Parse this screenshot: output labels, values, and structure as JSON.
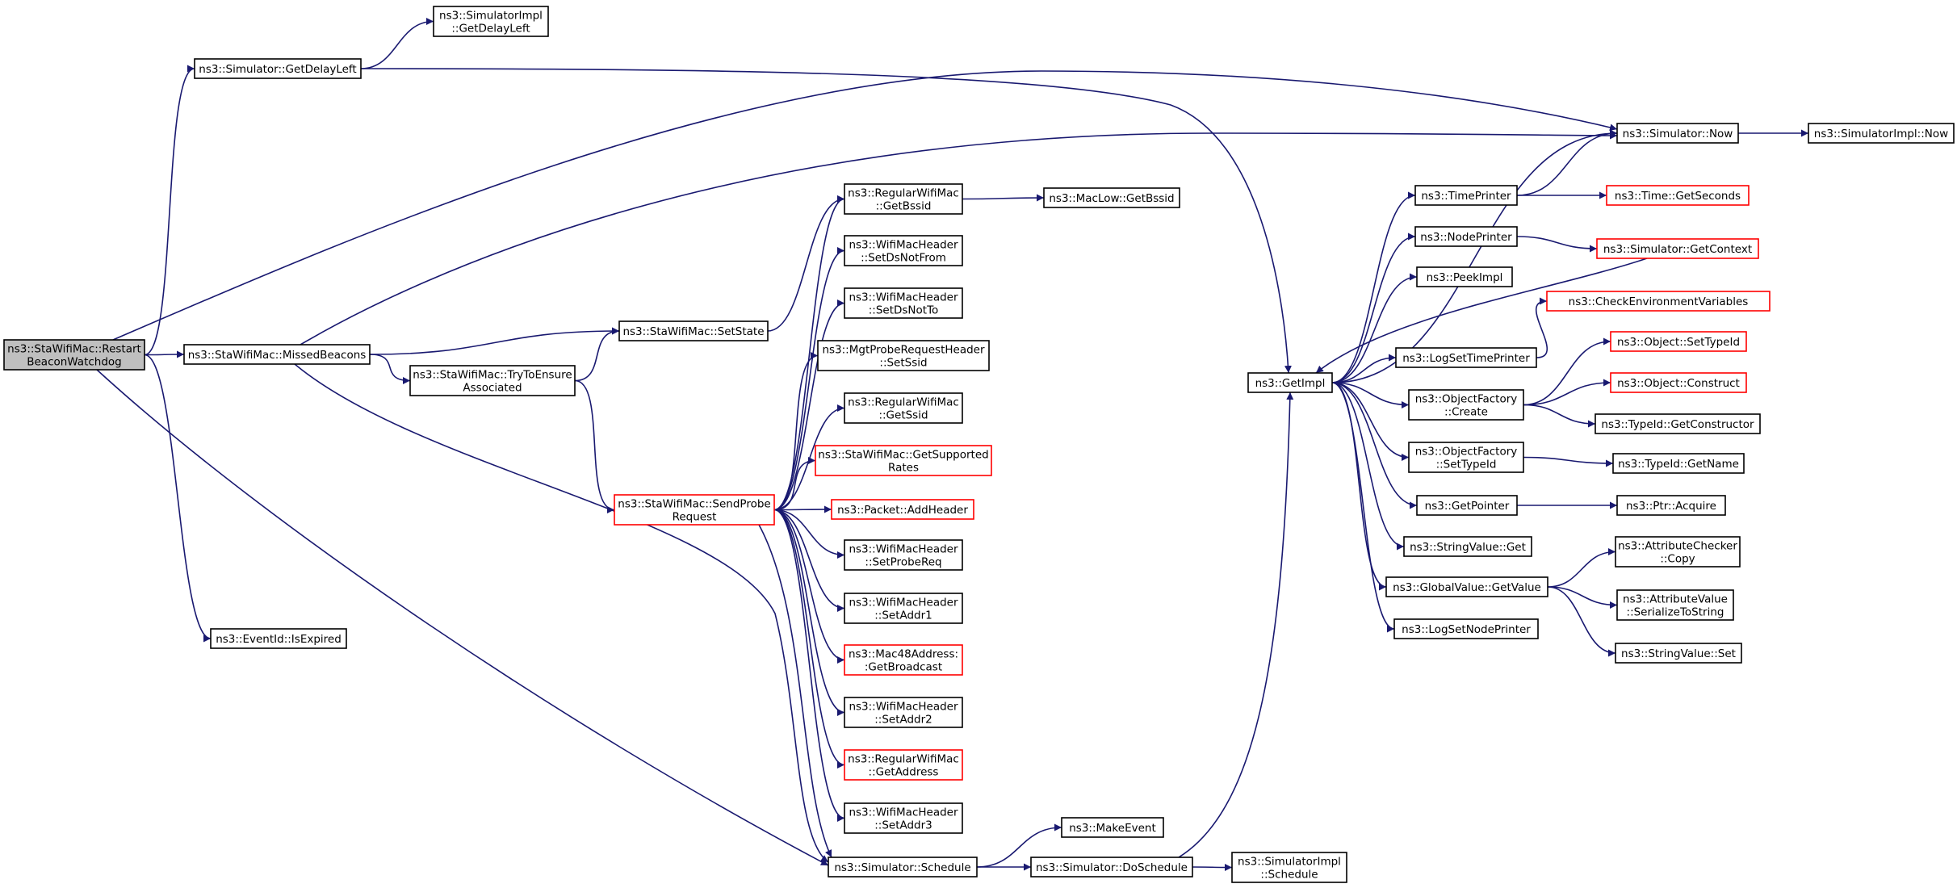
{
  "colors": {
    "edge": "#191970",
    "node_border": "#000000",
    "node_border_incomplete": "#ff0000",
    "root_fill": "#bfbfbf",
    "node_fill": "#ffffff"
  },
  "nodes": [
    {
      "id": "restart_beacon_watchdog",
      "lines": [
        "ns3::StaWifiMac::Restart",
        "BeaconWatchdog"
      ],
      "style": "root"
    },
    {
      "id": "get_delay_left",
      "lines": [
        "ns3::Simulator::GetDelayLeft"
      ],
      "style": "normal"
    },
    {
      "id": "simimpl_get_delay_left",
      "lines": [
        "ns3::SimulatorImpl",
        "::GetDelayLeft"
      ],
      "style": "normal"
    },
    {
      "id": "missed_beacons",
      "lines": [
        "ns3::StaWifiMac::MissedBeacons"
      ],
      "style": "normal"
    },
    {
      "id": "event_is_expired",
      "lines": [
        "ns3::EventId::IsExpired"
      ],
      "style": "normal"
    },
    {
      "id": "try_to_ensure_associated",
      "lines": [
        "ns3::StaWifiMac::TryToEnsure",
        "Associated"
      ],
      "style": "normal"
    },
    {
      "id": "set_state",
      "lines": [
        "ns3::StaWifiMac::SetState"
      ],
      "style": "normal"
    },
    {
      "id": "send_probe_request",
      "lines": [
        "ns3::StaWifiMac::SendProbe",
        "Request"
      ],
      "style": "incomplete"
    },
    {
      "id": "regular_get_bssid",
      "lines": [
        "ns3::RegularWifiMac",
        "::GetBssid"
      ],
      "style": "normal"
    },
    {
      "id": "maclow_get_bssid",
      "lines": [
        "ns3::MacLow::GetBssid"
      ],
      "style": "normal"
    },
    {
      "id": "set_ds_not_from",
      "lines": [
        "ns3::WifiMacHeader",
        "::SetDsNotFrom"
      ],
      "style": "normal"
    },
    {
      "id": "set_ds_not_to",
      "lines": [
        "ns3::WifiMacHeader",
        "::SetDsNotTo"
      ],
      "style": "normal"
    },
    {
      "id": "mgt_set_ssid",
      "lines": [
        "ns3::MgtProbeRequestHeader",
        "::SetSsid"
      ],
      "style": "normal"
    },
    {
      "id": "regular_get_ssid",
      "lines": [
        "ns3::RegularWifiMac",
        "::GetSsid"
      ],
      "style": "normal"
    },
    {
      "id": "get_supported_rates",
      "lines": [
        "ns3::StaWifiMac::GetSupported",
        "Rates"
      ],
      "style": "incomplete"
    },
    {
      "id": "packet_add_header",
      "lines": [
        "ns3::Packet::AddHeader"
      ],
      "style": "incomplete"
    },
    {
      "id": "set_probe_req",
      "lines": [
        "ns3::WifiMacHeader",
        "::SetProbeReq"
      ],
      "style": "normal"
    },
    {
      "id": "set_addr1",
      "lines": [
        "ns3::WifiMacHeader",
        "::SetAddr1"
      ],
      "style": "normal"
    },
    {
      "id": "mac48_get_broadcast",
      "lines": [
        "ns3::Mac48Address:",
        ":GetBroadcast"
      ],
      "style": "incomplete"
    },
    {
      "id": "set_addr2",
      "lines": [
        "ns3::WifiMacHeader",
        "::SetAddr2"
      ],
      "style": "normal"
    },
    {
      "id": "regular_get_address",
      "lines": [
        "ns3::RegularWifiMac",
        "::GetAddress"
      ],
      "style": "incomplete"
    },
    {
      "id": "set_addr3",
      "lines": [
        "ns3::WifiMacHeader",
        "::SetAddr3"
      ],
      "style": "normal"
    },
    {
      "id": "simulator_schedule",
      "lines": [
        "ns3::Simulator::Schedule"
      ],
      "style": "normal"
    },
    {
      "id": "make_event",
      "lines": [
        "ns3::MakeEvent"
      ],
      "style": "normal"
    },
    {
      "id": "do_schedule",
      "lines": [
        "ns3::Simulator::DoSchedule"
      ],
      "style": "normal"
    },
    {
      "id": "simimpl_schedule",
      "lines": [
        "ns3::SimulatorImpl",
        "::Schedule"
      ],
      "style": "normal"
    },
    {
      "id": "get_impl",
      "lines": [
        "ns3::GetImpl"
      ],
      "style": "normal"
    },
    {
      "id": "simulator_now",
      "lines": [
        "ns3::Simulator::Now"
      ],
      "style": "normal"
    },
    {
      "id": "simimpl_now",
      "lines": [
        "ns3::SimulatorImpl::Now"
      ],
      "style": "normal"
    },
    {
      "id": "time_printer",
      "lines": [
        "ns3::TimePrinter"
      ],
      "style": "normal"
    },
    {
      "id": "time_get_seconds",
      "lines": [
        "ns3::Time::GetSeconds"
      ],
      "style": "incomplete"
    },
    {
      "id": "node_printer",
      "lines": [
        "ns3::NodePrinter"
      ],
      "style": "normal"
    },
    {
      "id": "get_context",
      "lines": [
        "ns3::Simulator::GetContext"
      ],
      "style": "incomplete"
    },
    {
      "id": "peek_impl",
      "lines": [
        "ns3::PeekImpl"
      ],
      "style": "normal"
    },
    {
      "id": "check_env_vars",
      "lines": [
        "ns3::CheckEnvironmentVariables"
      ],
      "style": "incomplete"
    },
    {
      "id": "log_set_time_printer",
      "lines": [
        "ns3::LogSetTimePrinter"
      ],
      "style": "normal"
    },
    {
      "id": "object_set_type_id",
      "lines": [
        "ns3::Object::SetTypeId"
      ],
      "style": "incomplete"
    },
    {
      "id": "object_construct",
      "lines": [
        "ns3::Object::Construct"
      ],
      "style": "incomplete"
    },
    {
      "id": "factory_create",
      "lines": [
        "ns3::ObjectFactory",
        "::Create"
      ],
      "style": "normal"
    },
    {
      "id": "typeid_get_constructor",
      "lines": [
        "ns3::TypeId::GetConstructor"
      ],
      "style": "normal"
    },
    {
      "id": "factory_set_type_id",
      "lines": [
        "ns3::ObjectFactory",
        "::SetTypeId"
      ],
      "style": "normal"
    },
    {
      "id": "typeid_get_name",
      "lines": [
        "ns3::TypeId::GetName"
      ],
      "style": "normal"
    },
    {
      "id": "get_pointer",
      "lines": [
        "ns3::GetPointer"
      ],
      "style": "normal"
    },
    {
      "id": "ptr_acquire",
      "lines": [
        "ns3::Ptr::Acquire"
      ],
      "style": "normal"
    },
    {
      "id": "string_value_get",
      "lines": [
        "ns3::StringValue::Get"
      ],
      "style": "normal"
    },
    {
      "id": "attr_checker_copy",
      "lines": [
        "ns3::AttributeChecker",
        "::Copy"
      ],
      "style": "normal"
    },
    {
      "id": "global_value_get_value",
      "lines": [
        "ns3::GlobalValue::GetValue"
      ],
      "style": "normal"
    },
    {
      "id": "attr_value_serialize",
      "lines": [
        "ns3::AttributeValue",
        "::SerializeToString"
      ],
      "style": "normal"
    },
    {
      "id": "string_value_set",
      "lines": [
        "ns3::StringValue::Set"
      ],
      "style": "normal"
    },
    {
      "id": "log_set_node_printer",
      "lines": [
        "ns3::LogSetNodePrinter"
      ],
      "style": "normal"
    }
  ],
  "edges": [
    [
      "restart_beacon_watchdog",
      "get_delay_left"
    ],
    [
      "restart_beacon_watchdog",
      "simulator_now"
    ],
    [
      "restart_beacon_watchdog",
      "missed_beacons"
    ],
    [
      "restart_beacon_watchdog",
      "event_is_expired"
    ],
    [
      "restart_beacon_watchdog",
      "simulator_schedule"
    ],
    [
      "get_delay_left",
      "simimpl_get_delay_left"
    ],
    [
      "get_delay_left",
      "get_impl"
    ],
    [
      "missed_beacons",
      "simulator_now"
    ],
    [
      "missed_beacons",
      "set_state"
    ],
    [
      "missed_beacons",
      "try_to_ensure_associated"
    ],
    [
      "missed_beacons",
      "simulator_schedule"
    ],
    [
      "try_to_ensure_associated",
      "set_state"
    ],
    [
      "try_to_ensure_associated",
      "send_probe_request"
    ],
    [
      "set_state",
      "regular_get_bssid"
    ],
    [
      "send_probe_request",
      "regular_get_bssid"
    ],
    [
      "send_probe_request",
      "set_ds_not_from"
    ],
    [
      "send_probe_request",
      "set_ds_not_to"
    ],
    [
      "send_probe_request",
      "mgt_set_ssid"
    ],
    [
      "send_probe_request",
      "regular_get_ssid"
    ],
    [
      "send_probe_request",
      "get_supported_rates"
    ],
    [
      "send_probe_request",
      "packet_add_header"
    ],
    [
      "send_probe_request",
      "set_probe_req"
    ],
    [
      "send_probe_request",
      "set_addr1"
    ],
    [
      "send_probe_request",
      "mac48_get_broadcast"
    ],
    [
      "send_probe_request",
      "set_addr2"
    ],
    [
      "send_probe_request",
      "regular_get_address"
    ],
    [
      "send_probe_request",
      "set_addr3"
    ],
    [
      "send_probe_request",
      "simulator_schedule"
    ],
    [
      "regular_get_bssid",
      "maclow_get_bssid"
    ],
    [
      "simulator_schedule",
      "make_event"
    ],
    [
      "simulator_schedule",
      "do_schedule"
    ],
    [
      "do_schedule",
      "simimpl_schedule"
    ],
    [
      "do_schedule",
      "get_impl"
    ],
    [
      "simulator_now",
      "simimpl_now"
    ],
    [
      "get_impl",
      "simulator_now"
    ],
    [
      "get_impl",
      "time_printer"
    ],
    [
      "get_impl",
      "node_printer"
    ],
    [
      "get_impl",
      "peek_impl"
    ],
    [
      "get_impl",
      "log_set_time_printer"
    ],
    [
      "get_impl",
      "factory_create"
    ],
    [
      "get_impl",
      "factory_set_type_id"
    ],
    [
      "get_impl",
      "get_pointer"
    ],
    [
      "get_impl",
      "string_value_get"
    ],
    [
      "get_impl",
      "global_value_get_value"
    ],
    [
      "get_impl",
      "log_set_node_printer"
    ],
    [
      "time_printer",
      "simulator_now"
    ],
    [
      "time_printer",
      "time_get_seconds"
    ],
    [
      "node_printer",
      "get_context"
    ],
    [
      "get_context",
      "get_impl"
    ],
    [
      "log_set_time_printer",
      "check_env_vars"
    ],
    [
      "factory_create",
      "object_set_type_id"
    ],
    [
      "factory_create",
      "object_construct"
    ],
    [
      "factory_create",
      "typeid_get_constructor"
    ],
    [
      "factory_set_type_id",
      "typeid_get_name"
    ],
    [
      "get_pointer",
      "ptr_acquire"
    ],
    [
      "global_value_get_value",
      "attr_checker_copy"
    ],
    [
      "global_value_get_value",
      "attr_value_serialize"
    ],
    [
      "global_value_get_value",
      "string_value_set"
    ]
  ]
}
